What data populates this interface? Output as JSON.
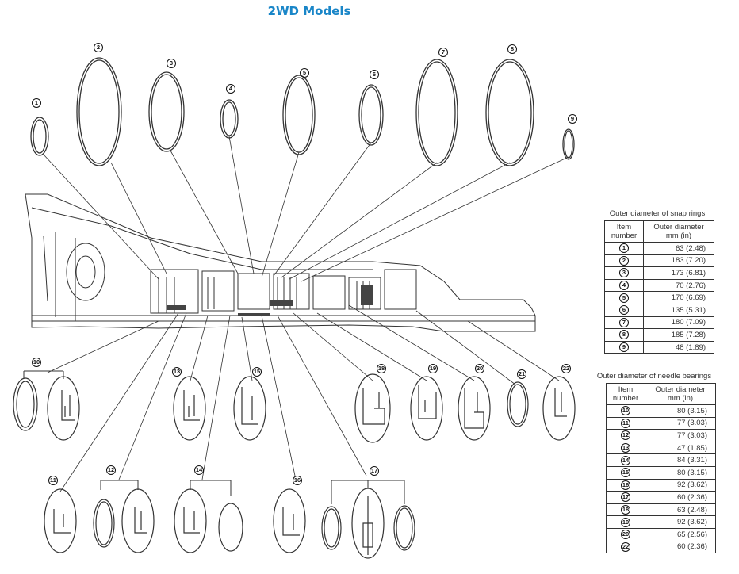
{
  "title": "2WD Models",
  "snap_rings": {
    "caption": "Outer diameter of snap rings",
    "header_item": "Item number",
    "header_diam": "Outer diameter mm (in)",
    "rows": [
      {
        "num": "1",
        "val": "63 (2.48)"
      },
      {
        "num": "2",
        "val": "183 (7.20)"
      },
      {
        "num": "3",
        "val": "173 (6.81)"
      },
      {
        "num": "4",
        "val": "70 (2.76)"
      },
      {
        "num": "5",
        "val": "170 (6.69)"
      },
      {
        "num": "6",
        "val": "135 (5.31)"
      },
      {
        "num": "7",
        "val": "180 (7.09)"
      },
      {
        "num": "8",
        "val": "185 (7.28)"
      },
      {
        "num": "9",
        "val": "48 (1.89)"
      }
    ]
  },
  "needle_bearings": {
    "caption": "Outer diameter of needle bearings",
    "header_item": "Item number",
    "header_diam": "Outer diameter mm (in)",
    "rows": [
      {
        "num": "10",
        "val": "80 (3.15)"
      },
      {
        "num": "11",
        "val": "77 (3.03)"
      },
      {
        "num": "12",
        "val": "77 (3.03)"
      },
      {
        "num": "13",
        "val": "47 (1.85)"
      },
      {
        "num": "14",
        "val": "84 (3.31)"
      },
      {
        "num": "15",
        "val": "80 (3.15)"
      },
      {
        "num": "16",
        "val": "92 (3.62)"
      },
      {
        "num": "17",
        "val": "60 (2.36)"
      },
      {
        "num": "18",
        "val": "63 (2.48)"
      },
      {
        "num": "19",
        "val": "92 (3.62)"
      },
      {
        "num": "20",
        "val": "65 (2.56)"
      },
      {
        "num": "22",
        "val": "60 (2.36)"
      }
    ]
  },
  "callouts": [
    "1",
    "2",
    "3",
    "4",
    "5",
    "6",
    "7",
    "8",
    "9",
    "10",
    "11",
    "12",
    "13",
    "14",
    "15",
    "16",
    "17",
    "18",
    "19",
    "20",
    "21",
    "22"
  ]
}
